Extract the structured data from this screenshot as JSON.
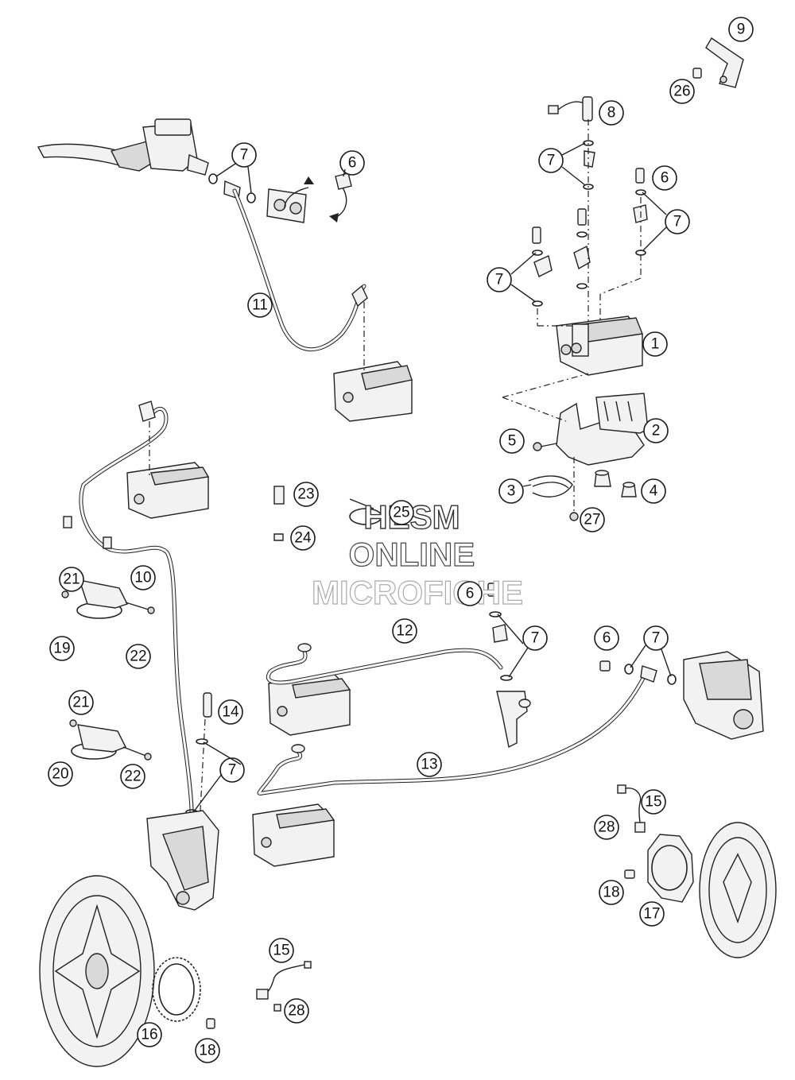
{
  "watermark": {
    "line1": "HESM",
    "line2": "ONLINE",
    "line3": "MICROFICHE"
  },
  "callouts": [
    "1",
    "2",
    "3",
    "4",
    "5",
    "6",
    "7",
    "8",
    "9",
    "10",
    "11",
    "12",
    "13",
    "14",
    "15",
    "16",
    "17",
    "18",
    "19",
    "20",
    "21",
    "22",
    "23",
    "24",
    "25",
    "26",
    "27",
    "28"
  ]
}
